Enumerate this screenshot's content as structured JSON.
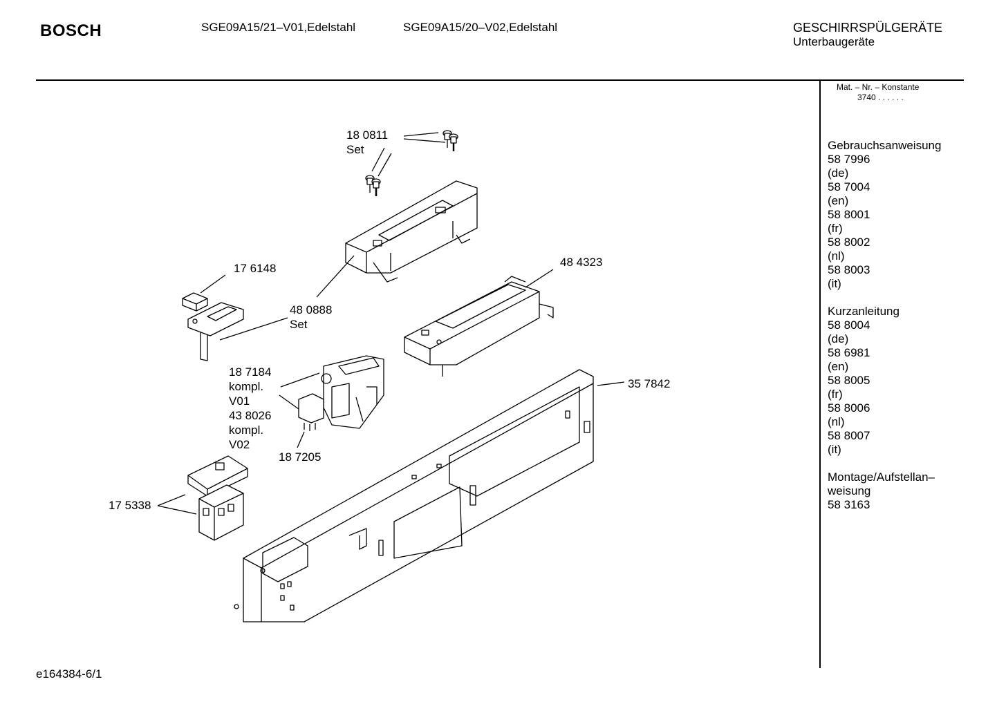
{
  "header": {
    "brand": "BOSCH",
    "model_1": "SGE09A15/21–V01,Edelstahl",
    "model_2": "SGE09A15/20–V02,Edelstahl",
    "category": "GESCHIRRSPÜLGERÄTE",
    "subcategory": "Unterbaugeräte"
  },
  "material_number": {
    "label": "Mat. – Nr. – Konstante",
    "value": "3740 . . . . . ."
  },
  "documents": {
    "gebrauchsanweisung": {
      "title": "Gebrauchsanweisung",
      "lines": [
        "58 7996",
        "(de)",
        "58 7004",
        "(en)",
        "58 8001",
        "(fr)",
        "58 8002",
        "(nl)",
        "58 8003",
        "(it)"
      ]
    },
    "kurzanleitung": {
      "title": "Kurzanleitung",
      "lines": [
        "58 8004",
        "(de)",
        "58 6981",
        "(en)",
        "58 8005",
        "(fr)",
        "58 8006",
        "(nl)",
        "58 8007",
        "(it)"
      ]
    },
    "montage": {
      "title": "Montage/Aufstellan–",
      "lines": [
        "weisung",
        "58 3163"
      ]
    }
  },
  "parts": {
    "p180811": [
      "18 0811",
      "Set"
    ],
    "p176148": [
      "17 6148"
    ],
    "p480888": [
      "48 0888",
      "Set"
    ],
    "p484323": [
      "48 4323"
    ],
    "p187184": [
      "18 7184",
      "kompl.",
      "V01",
      "43 8026",
      "kompl.",
      "V02"
    ],
    "p187205": [
      "18 7205"
    ],
    "p357842": [
      "35 7842"
    ],
    "p175338": [
      "17 5338"
    ]
  },
  "footer": {
    "drawing_id": "e164384-6/1"
  }
}
